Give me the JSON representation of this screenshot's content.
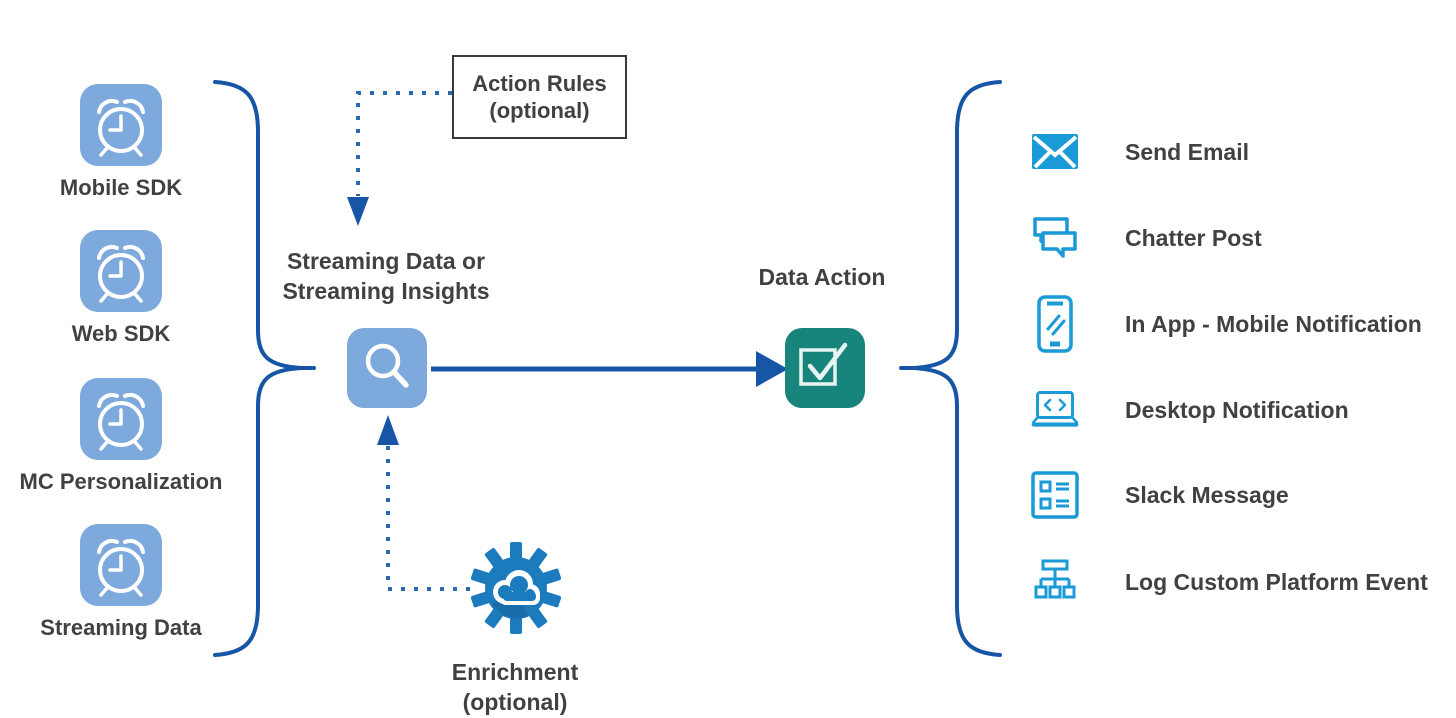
{
  "colors": {
    "connector_dark_blue": "#1756a6",
    "dotted_blue": "#2a6ab2",
    "source_icon_blue": "#7da9dd",
    "action_icon_blue": "#1a9ad6",
    "data_action_teal": "#17857b",
    "gear_blue": "#1c7bbd",
    "text_gray": "#414141"
  },
  "sources": [
    {
      "label": "Mobile SDK",
      "icon": "alarm-clock-icon"
    },
    {
      "label": "Web SDK",
      "icon": "alarm-clock-icon"
    },
    {
      "label": "MC Personalization",
      "icon": "alarm-clock-icon"
    },
    {
      "label": "Streaming Data",
      "icon": "alarm-clock-icon"
    }
  ],
  "action_rules": {
    "line1": "Action Rules",
    "line2": "(optional)"
  },
  "stream_node": {
    "line1": "Streaming Data or",
    "line2": "Streaming Insights",
    "icon": "magnifier-icon"
  },
  "data_action": {
    "label": "Data Action",
    "icon": "checkbox-check-icon"
  },
  "enrichment": {
    "line1": "Enrichment",
    "line2": "(optional)",
    "icon": "gear-cloud-icon"
  },
  "actions": [
    {
      "label": "Send Email",
      "icon": "email-icon"
    },
    {
      "label": "Chatter Post",
      "icon": "chat-bubbles-icon"
    },
    {
      "label": "In App - Mobile Notification",
      "icon": "smartphone-icon"
    },
    {
      "label": "Desktop Notification",
      "icon": "laptop-code-icon"
    },
    {
      "label": "Slack Message",
      "icon": "list-form-icon"
    },
    {
      "label": "Log Custom Platform Event",
      "icon": "org-chart-icon"
    }
  ]
}
